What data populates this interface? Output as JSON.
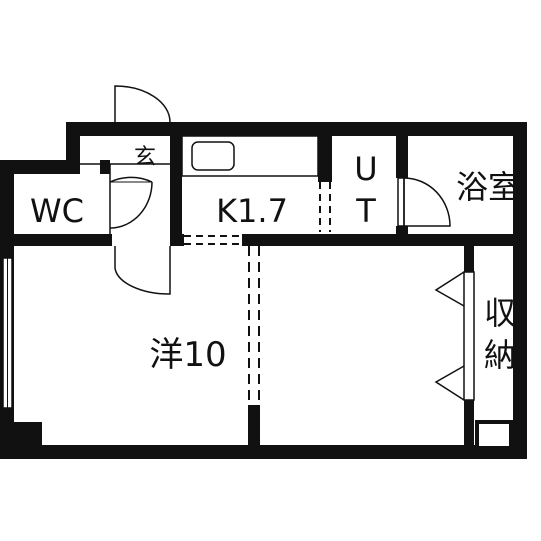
{
  "rooms": {
    "genkan": "玄",
    "wc": "WC",
    "kitchen": "K1.7",
    "ut_top": "U",
    "ut_bottom": "T",
    "bath": "浴室",
    "storage_top": "収",
    "storage_bottom": "納",
    "western": "洋10"
  },
  "colors": {
    "wall": "#111111",
    "background": "#ffffff"
  }
}
